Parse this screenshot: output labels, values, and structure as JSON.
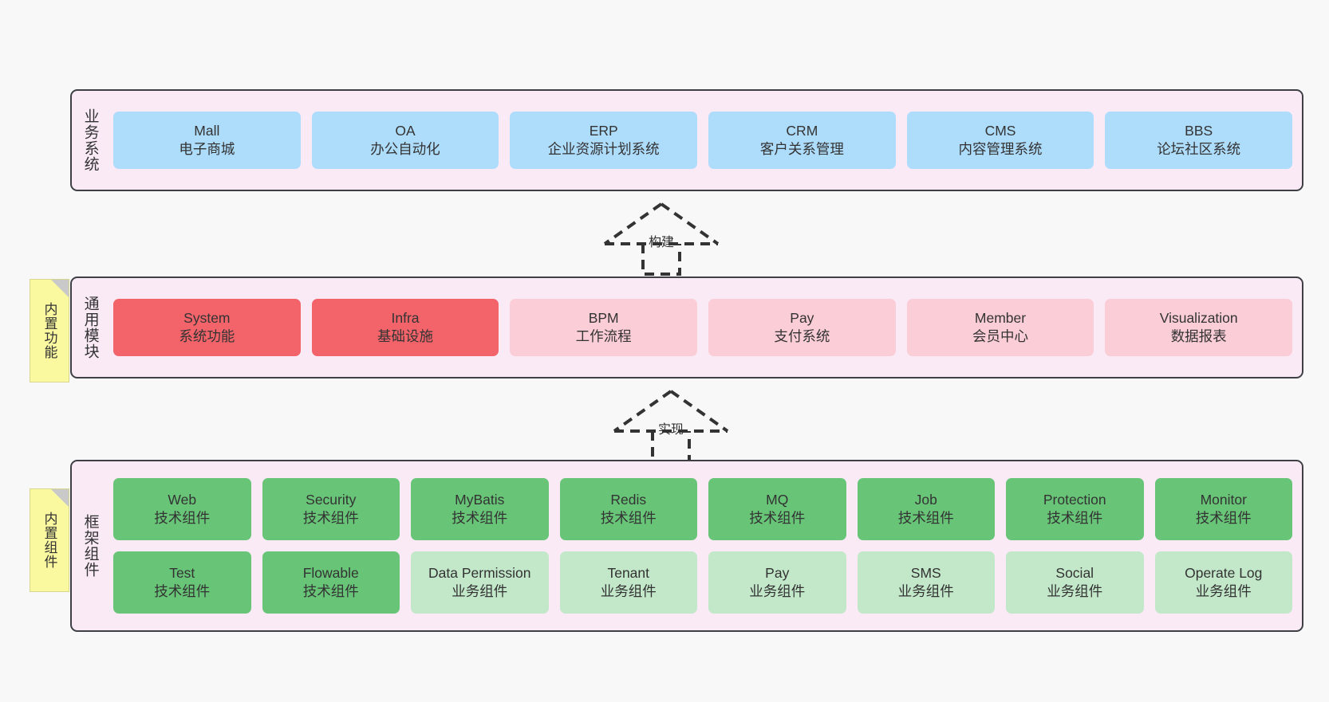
{
  "diagram": {
    "title": "",
    "colors": {
      "panel_background": "#f9eaf6",
      "panel_border": "#3f3f46",
      "business_card": "#aedcfb",
      "core_module_card": "#f2646a",
      "optional_module_card": "#fbcdd6",
      "tech_component_card": "#68c578",
      "biz_component_card": "#c2e7c9",
      "note_background": "#fbf9a0",
      "canvas_background": "#f8f8f8"
    }
  },
  "layers": {
    "business": {
      "title": "业务系统",
      "cards": [
        {
          "name": "Mall",
          "desc": "电子商城"
        },
        {
          "name": "OA",
          "desc": "办公自动化"
        },
        {
          "name": "ERP",
          "desc": "企业资源计划系统"
        },
        {
          "name": "CRM",
          "desc": "客户关系管理"
        },
        {
          "name": "CMS",
          "desc": "内容管理系统"
        },
        {
          "name": "BBS",
          "desc": "论坛社区系统"
        }
      ]
    },
    "common": {
      "title": "通用模块",
      "cards": [
        {
          "name": "System",
          "desc": "系统功能"
        },
        {
          "name": "Infra",
          "desc": "基础设施"
        },
        {
          "name": "BPM",
          "desc": "工作流程"
        },
        {
          "name": "Pay",
          "desc": "支付系统"
        },
        {
          "name": "Member",
          "desc": "会员中心"
        },
        {
          "name": "Visualization",
          "desc": "数据报表"
        }
      ]
    },
    "framework": {
      "title": "框架组件",
      "row1": [
        {
          "name": "Web",
          "desc": "技术组件"
        },
        {
          "name": "Security",
          "desc": "技术组件"
        },
        {
          "name": "MyBatis",
          "desc": "技术组件"
        },
        {
          "name": "Redis",
          "desc": "技术组件"
        },
        {
          "name": "MQ",
          "desc": "技术组件"
        },
        {
          "name": "Job",
          "desc": "技术组件"
        },
        {
          "name": "Protection",
          "desc": "技术组件"
        },
        {
          "name": "Monitor",
          "desc": "技术组件"
        }
      ],
      "row2": [
        {
          "name": "Test",
          "desc": "技术组件"
        },
        {
          "name": "Flowable",
          "desc": "技术组件"
        },
        {
          "name": "Data Permission",
          "desc": "业务组件"
        },
        {
          "name": "Tenant",
          "desc": "业务组件"
        },
        {
          "name": "Pay",
          "desc": "业务组件"
        },
        {
          "name": "SMS",
          "desc": "业务组件"
        },
        {
          "name": "Social",
          "desc": "业务组件"
        },
        {
          "name": "Operate Log",
          "desc": "业务组件"
        }
      ]
    }
  },
  "notes": {
    "functions": "内置功能",
    "components": "内置组件"
  },
  "arrows": {
    "build": "构建",
    "realize": "实现"
  }
}
